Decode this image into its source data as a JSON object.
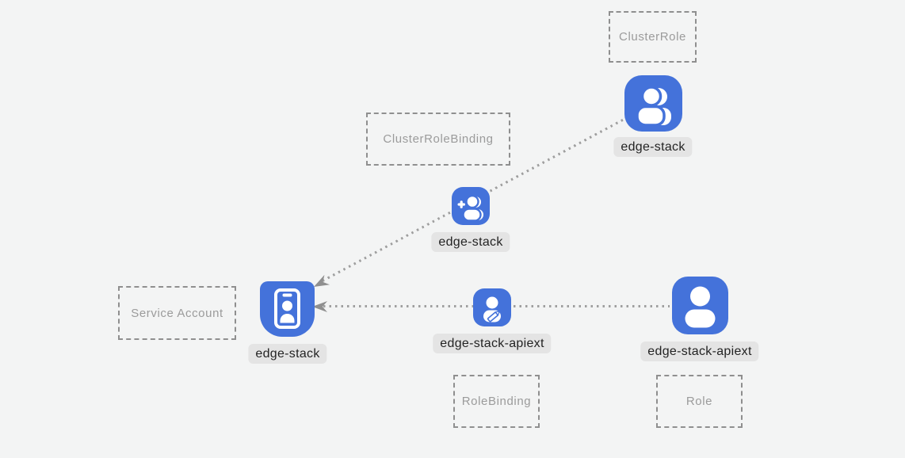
{
  "colors": {
    "background": "#f3f4f4",
    "icon_blue": "#4472da",
    "chip_background": "#e4e4e4",
    "chip_text": "#232323",
    "box_border": "#8f8f8f",
    "box_text": "#9b9b9b",
    "connector": "#9f9f9f"
  },
  "diagram": {
    "boxes": {
      "cluster_role": {
        "label": "ClusterRole"
      },
      "cluster_role_binding": {
        "label": "ClusterRoleBinding"
      },
      "service_account": {
        "label": "Service Account"
      },
      "role_binding": {
        "label": "RoleBinding"
      },
      "role": {
        "label": "Role"
      }
    },
    "nodes": {
      "cluster_role": {
        "label": "edge-stack",
        "icon": "users-icon"
      },
      "cluster_role_binding": {
        "label": "edge-stack",
        "icon": "user-add-icon"
      },
      "service_account": {
        "label": "edge-stack",
        "icon": "id-badge-icon"
      },
      "role_binding": {
        "label": "edge-stack-apiext",
        "icon": "user-edit-icon"
      },
      "role": {
        "label": "edge-stack-apiext",
        "icon": "user-icon"
      }
    },
    "edges": [
      {
        "from": "cluster_role",
        "to": "service_account",
        "style": "dotted",
        "arrowhead": "at-service-account"
      },
      {
        "from": "role",
        "to": "service_account",
        "style": "dotted",
        "arrowhead": "at-service-account"
      }
    ]
  }
}
